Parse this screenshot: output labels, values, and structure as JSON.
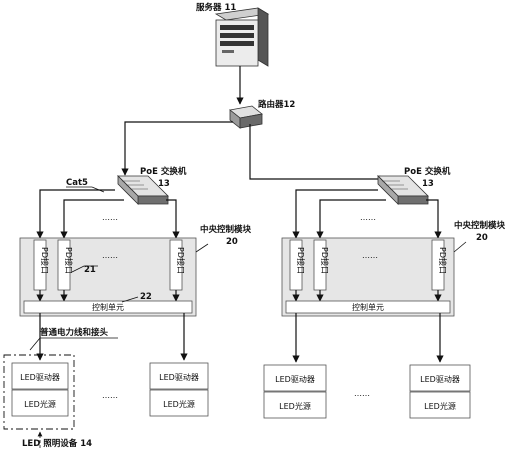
{
  "server": {
    "label": "服务器 11"
  },
  "router": {
    "label": "路由器12"
  },
  "switch_left": {
    "label": "PoE 交换机",
    "num": "13"
  },
  "switch_right": {
    "label": "PoE 交换机",
    "num": "13"
  },
  "cable": {
    "label": "Cat5"
  },
  "module_left": {
    "label": "中央控制模块",
    "num": "20"
  },
  "module_right": {
    "label": "中央控制模块",
    "num": "20"
  },
  "poe_port": {
    "label": "PD接口"
  },
  "ref_21": "21",
  "ref_22": "22",
  "control_unit": {
    "label": "控制单元"
  },
  "power_line": {
    "label": "普通电力线和接头"
  },
  "ellipsis": "……",
  "driver": {
    "label": "LED驱动器"
  },
  "light": {
    "label": "LED光源"
  },
  "device": {
    "label": "LED 照明设备 14"
  }
}
